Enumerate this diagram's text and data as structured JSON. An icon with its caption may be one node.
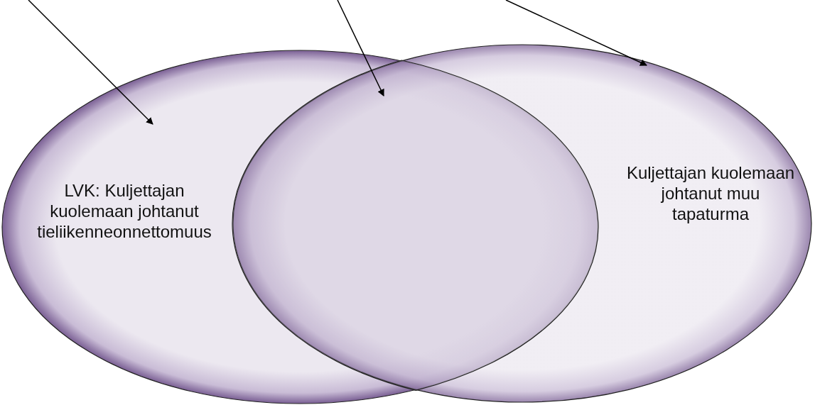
{
  "diagram": {
    "nodes": [
      {
        "text": [
          "LVK: Kuljettajan kuolemaan johtanut tieliikenneonnettomuus"
        ]
      },
      {
        "text": [
          "Kuljettajan kuolemaan johtanut muu tapaturma"
        ]
      },
      {
        "text": [],
        "shape": "lens"
      }
    ],
    "edges": [
      {
        "from": null,
        "to": 0,
        "arrow": "to"
      },
      {
        "from": null,
        "to": 2,
        "arrow": "to"
      },
      {
        "from": null,
        "to": 1,
        "arrow": "to"
      }
    ]
  }
}
